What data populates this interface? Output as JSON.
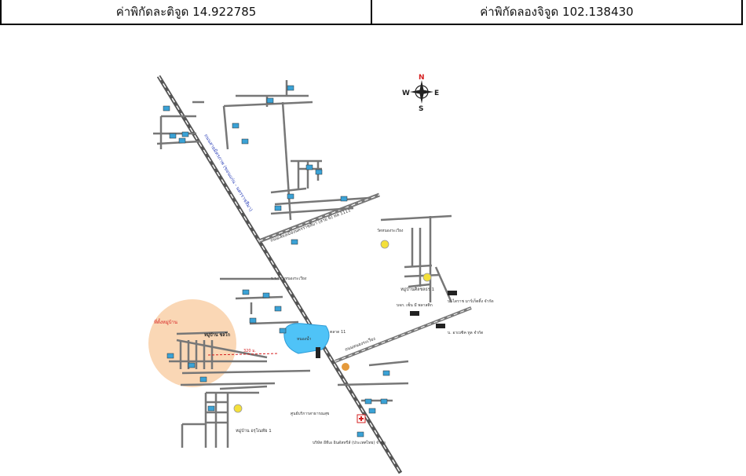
{
  "coords": {
    "lat_label": "ค่าพิกัดละติจูด 14.922785",
    "lon_label": "ค่าพิกัดลองจิจูด 102.138430"
  },
  "compass": {
    "n": "N",
    "s": "S",
    "e": "E",
    "w": "W"
  },
  "map_labels": {
    "highway_label": "ถนนสายมิตรภาพ (ขอนแก่น - นครราชสีมา)",
    "bypass_label": "ถนนเลี่ยงเมืองนครราชสีมา (สาย 6) ทล 1111",
    "road_nongrawiang": "ถนนหนองระเวียง",
    "site_label": "ที่ตั้งหมู่บ้าน",
    "village_main": "หมู่บ้าน ชลโก",
    "village_south": "หมู่บ้าน อรุโณทัย 1",
    "village_right": "หมู่บ้านศิลชลธร 1",
    "factory_1": "บ. ไดราช มาร์เก็ตติ้ง จำกัด",
    "factory_2": "บ. อาเบซิค ทูล จำกัด",
    "factory_3": "บจก. เซ็น มี พลาสติก",
    "lake_label": "หนองน้ำ",
    "distance_label": "320 ม.",
    "market": "ตลาด 11",
    "hospital": "ศูนย์บริการสาธารณสุข",
    "company_bottom": "บริษัท อีทีเอ อินดัสทรีส์ (ประเทศไทย) จำกัด",
    "school": "ร.ร.บ้านหนองระเวียง",
    "temple": "วัดหนองระเวียง"
  },
  "colors": {
    "road": "#888888",
    "highway_label": "#2a3fb8",
    "lake": "#4fc3f7",
    "site_circle": "#f8c99c",
    "site_text": "#d62020",
    "marker_yellow": "#f4e03a"
  }
}
